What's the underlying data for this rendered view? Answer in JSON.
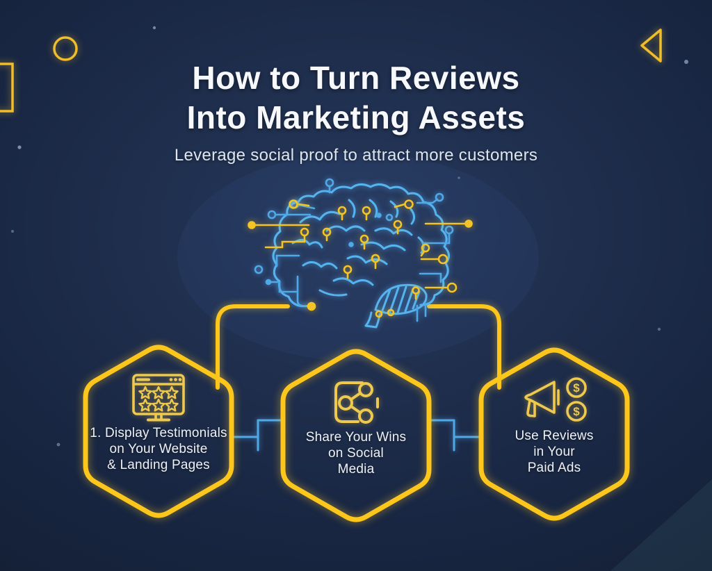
{
  "header": {
    "title_line1": "How to Turn Reviews",
    "title_line2": "Into Marketing Assets",
    "subtitle": "Leverage social proof to attract more customers"
  },
  "steps": [
    {
      "icon": "monitor-with-stars-icon",
      "lines": [
        "1. Display Testimonials",
        "on Your Website",
        "& Landing Pages"
      ]
    },
    {
      "icon": "share-network-icon",
      "lines": [
        "Share Your Wins",
        "on Social",
        "Media"
      ]
    },
    {
      "icon": "megaphone-coins-icon",
      "lines": [
        "Use Reviews",
        "in Your",
        "Paid Ads"
      ]
    }
  ],
  "icons": {
    "coin_symbol": "$"
  },
  "colors": {
    "background_navy": "#1b2a44",
    "accent_yellow": "#fcc61d",
    "accent_blue": "#4fa9e6",
    "title_text": "#f6f8fb",
    "body_text": "#eef2f7"
  }
}
